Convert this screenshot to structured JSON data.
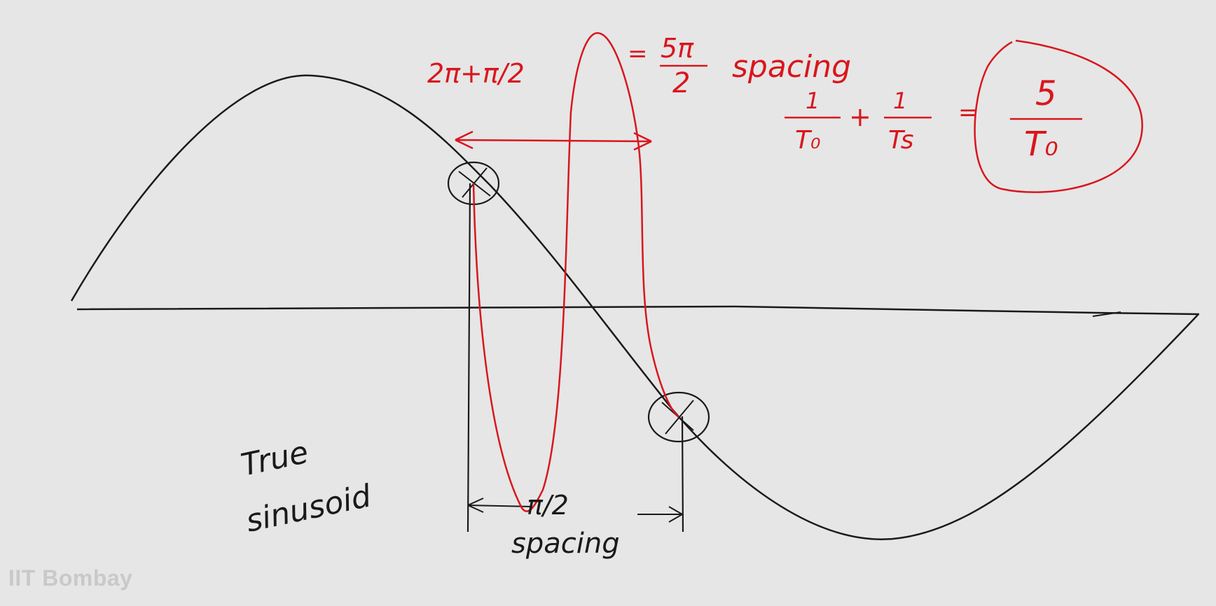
{
  "annotations": {
    "phase_left": "2π+π/2",
    "phase_equals": "=",
    "phase_fraction_num": "5π",
    "phase_fraction_den": "2",
    "phase_spacing": "spacing",
    "freq_term1_num": "1",
    "freq_term1_den": "T₀",
    "freq_plus": "+",
    "freq_term2_num": "1",
    "freq_term2_den": "Ts",
    "freq_equals": "=",
    "result_num": "5",
    "result_den": "T₀",
    "bottom_fraction": "π/2",
    "bottom_spacing": "spacing",
    "label_line1": "True",
    "label_line2": "sinusoid"
  },
  "watermark": "IIT Bombay",
  "colors": {
    "background": "#e6e6e6",
    "ink_black": "#1a1a1a",
    "ink_red": "#d9161d",
    "watermark": "#c9c9c9"
  }
}
